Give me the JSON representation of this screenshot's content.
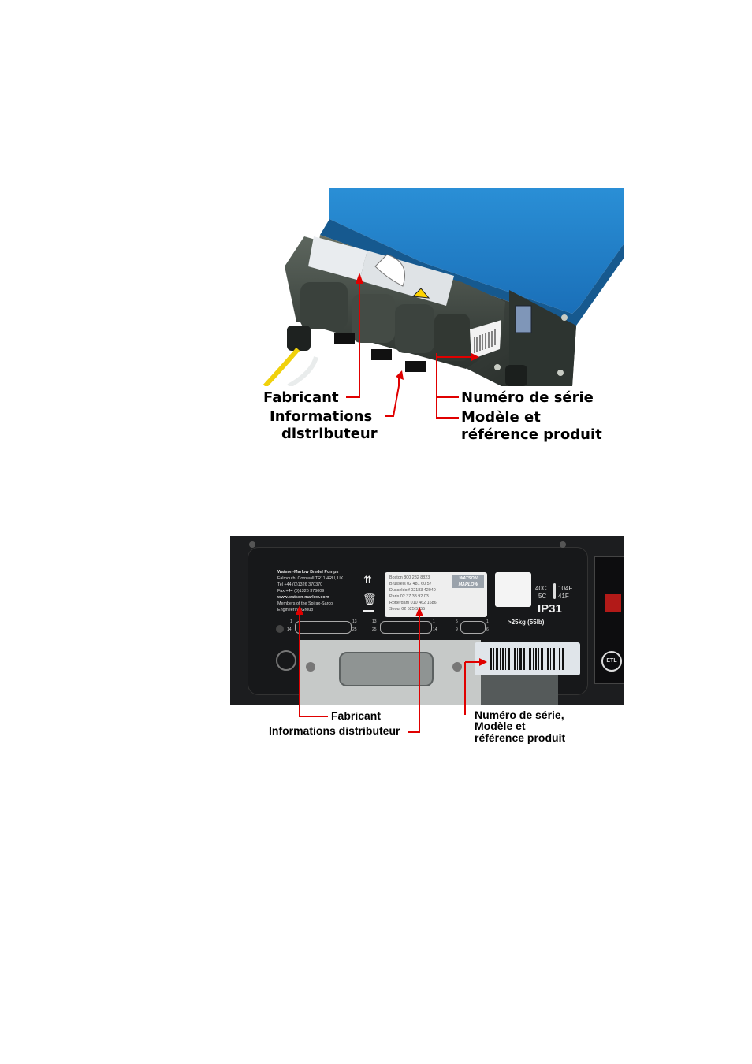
{
  "figure1": {
    "label_fabricant": "Fabricant",
    "label_informations": "Informations",
    "label_distributeur": "distributeur",
    "label_numero_serie": "Numéro de série",
    "label_modele": "Modèle et",
    "label_reference": "référence produit"
  },
  "figure2": {
    "label_fabricant": "Fabricant",
    "label_informations_distributeur": "Informations distributeur",
    "label_numero_serie": "Numéro de série,",
    "label_modele": "Modèle et",
    "label_reference": "référence produit",
    "nameplate": {
      "maker_lines": [
        "Watson-Marlow Bredel Pumps",
        "Falmouth, Cornwall TR11 4RU, UK",
        "Tel +44 (0)1326 370370",
        "Fax +44 (0)1326 376009",
        "www.watson-marlow.com",
        "Members of the Spirax-Sarco",
        "Engineering Group"
      ],
      "distributor_lines": [
        "Boston 800 282 8823",
        "Brussels 02 481 60 57",
        "Dusseldorf 02183 42040",
        "Paris 02 37 38 92 03",
        "Rotterdam 010 462 1686",
        "Seoul 02 525 5755"
      ],
      "brand_top": "WATSON",
      "brand_bottom": "MARLOW",
      "temp_high_c": "40C",
      "temp_high_f": "104F",
      "temp_low_c": "5C",
      "temp_low_f": "41F",
      "ip_rating": "IP31",
      "weight": ">25kg (55lb)",
      "cert_mark": "ETL",
      "port1_left": "1",
      "port1_right": "13",
      "port1_left2": "14",
      "port1_right2": "25",
      "port2_left": "13",
      "port2_right": "1",
      "port2_left2": "25",
      "port2_right2": "14",
      "port3_left": "5",
      "port3_right": "1",
      "port3_left2": "9",
      "port3_right2": "6"
    }
  }
}
